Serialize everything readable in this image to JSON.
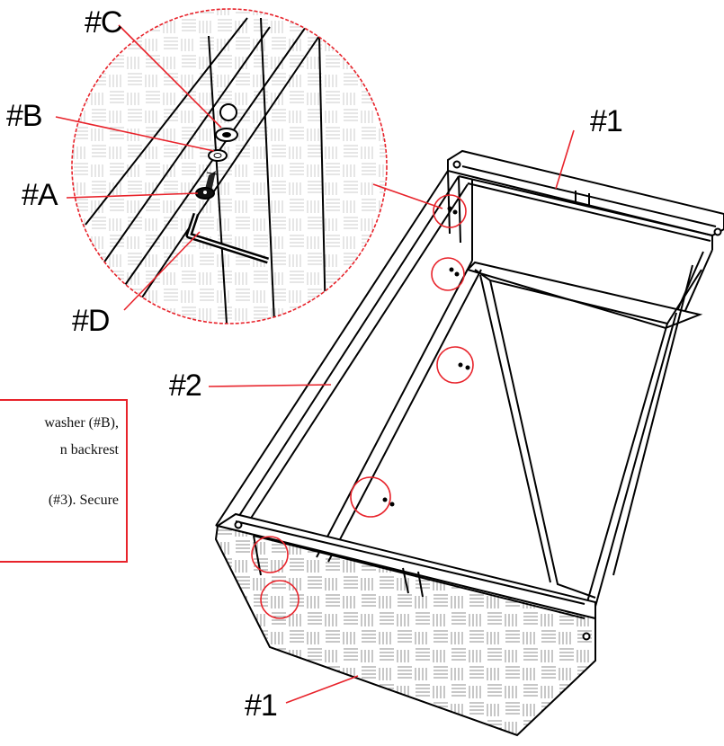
{
  "callouts": {
    "part_c": "#C",
    "part_b": "#B",
    "part_a": "#A",
    "part_d": "#D",
    "part_2": "#2",
    "part_1_top": "#1",
    "part_1_bottom": "#1"
  },
  "instruction_box": {
    "line1": "washer (#B),",
    "line2": "n backrest",
    "line3": "(#3). Secure"
  },
  "colors": {
    "accent_red": "#e8232b",
    "line_black": "#000000",
    "pattern_gray": "#9a9a9a"
  }
}
